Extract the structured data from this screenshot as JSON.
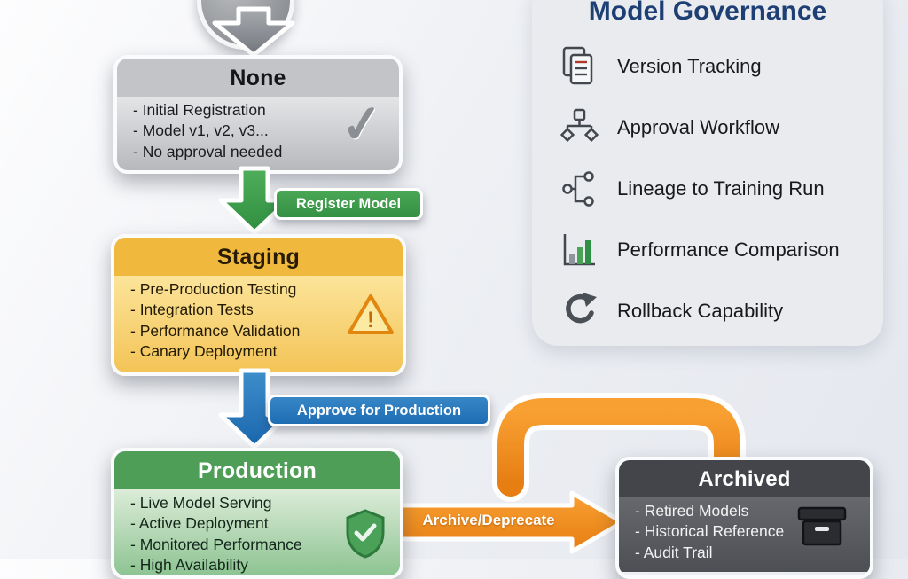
{
  "stages": {
    "none": {
      "title": "None",
      "items": [
        "- Initial Registration",
        "- Model v1, v2, v3...",
        "- No approval needed"
      ]
    },
    "staging": {
      "title": "Staging",
      "items": [
        "- Pre-Production Testing",
        "- Integration Tests",
        "- Performance Validation",
        "- Canary Deployment"
      ]
    },
    "production": {
      "title": "Production",
      "items": [
        "- Live Model Serving",
        "- Active Deployment",
        "- Monitored Performance",
        "- High Availability"
      ]
    },
    "archived": {
      "title": "Archived",
      "items": [
        "- Retired Models",
        "- Historical Reference",
        "- Audit Trail"
      ]
    }
  },
  "transitions": {
    "register_label": "Register Model",
    "approve_label": "Approve for Production",
    "archive_label": "Archive/Deprecate"
  },
  "governance": {
    "title": "Model Governance",
    "items": [
      {
        "label": "Version Tracking",
        "icon": "version-tracking-icon"
      },
      {
        "label": "Approval Workflow",
        "icon": "approval-workflow-icon"
      },
      {
        "label": "Lineage to Training Run",
        "icon": "lineage-icon"
      },
      {
        "label": "Performance Comparison",
        "icon": "performance-comparison-icon"
      },
      {
        "label": "Rollback Capability",
        "icon": "rollback-icon"
      }
    ]
  },
  "icons": {
    "check": "✓",
    "warning": "!"
  },
  "colors": {
    "stage_none_header": "#c2c4c8",
    "stage_staging_header": "#f1b83e",
    "stage_production_header": "#4f9e57",
    "stage_archived_header": "#43454a",
    "arrow_register": "#3da04b",
    "arrow_approve": "#2679bd",
    "arrow_archive": "#ef8c1a",
    "governance_title_color": "#1d3f73"
  }
}
